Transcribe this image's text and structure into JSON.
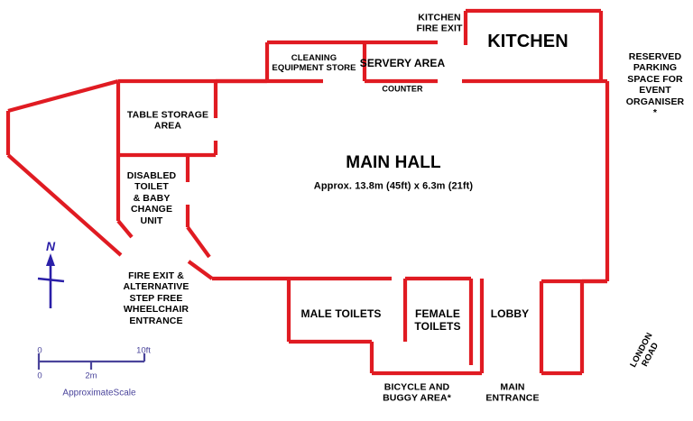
{
  "diagram": {
    "title": "Village Hall Floor Plan",
    "colors": {
      "wall": "#E01B22",
      "text": "#000000",
      "compass": "#2a1fa8",
      "scale": "#4a449b",
      "background": "#ffffff"
    }
  },
  "rooms": {
    "table_storage": "TABLE  STORAGE\nAREA",
    "disabled_toilet": "DISABLED\nTOILET\n& BABY\nCHANGE\nUNIT",
    "cleaning_store": "CLEANING\nEQUIPMENT STORE",
    "servery_area": "SERVERY AREA",
    "counter": "COUNTER",
    "kitchen_fire_exit": "KITCHEN\nFIRE EXIT",
    "kitchen": "KITCHEN",
    "main_hall": "MAIN HALL",
    "main_hall_size": "Approx.  13.8m (45ft) x 6.3m (21ft)",
    "reserved_parking": "RESERVED\nPARKING\nSPACE FOR\nEVENT\nORGANISER *",
    "fire_exit_alt": "FIRE EXIT &\nALTERNATIVE\nSTEP FREE\nWHEELCHAIR\nENTRANCE",
    "male_toilets": "MALE TOILETS",
    "female_toilets": "FEMALE\nTOILETS",
    "lobby": "LOBBY",
    "bicycle_buggy": "BICYCLE AND\nBUGGY AREA*",
    "main_entrance": "MAIN\nENTRANCE",
    "london_road": "LONDON ROAD"
  },
  "compass": {
    "north_label": "N"
  },
  "scale": {
    "top_left": "0",
    "top_right": "10ft",
    "bottom_left": "0",
    "bottom_mid": "2m",
    "caption": "ApproximateScale"
  }
}
